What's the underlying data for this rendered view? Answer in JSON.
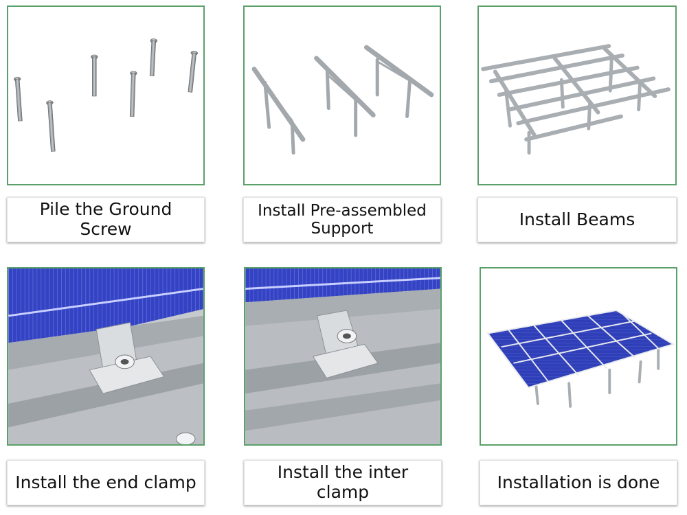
{
  "steps": [
    {
      "label": "Pile the Ground Screw"
    },
    {
      "label": "Install Pre-assembled Support"
    },
    {
      "label": "Install Beams"
    },
    {
      "label": "Install the end clamp"
    },
    {
      "label": "Install the inter clamp"
    },
    {
      "label": "Installation is done"
    }
  ],
  "colors": {
    "frame_border": "#5aa06a",
    "panel_blue": "#2f3fb8",
    "metal_grey": "#a9aeb3"
  }
}
